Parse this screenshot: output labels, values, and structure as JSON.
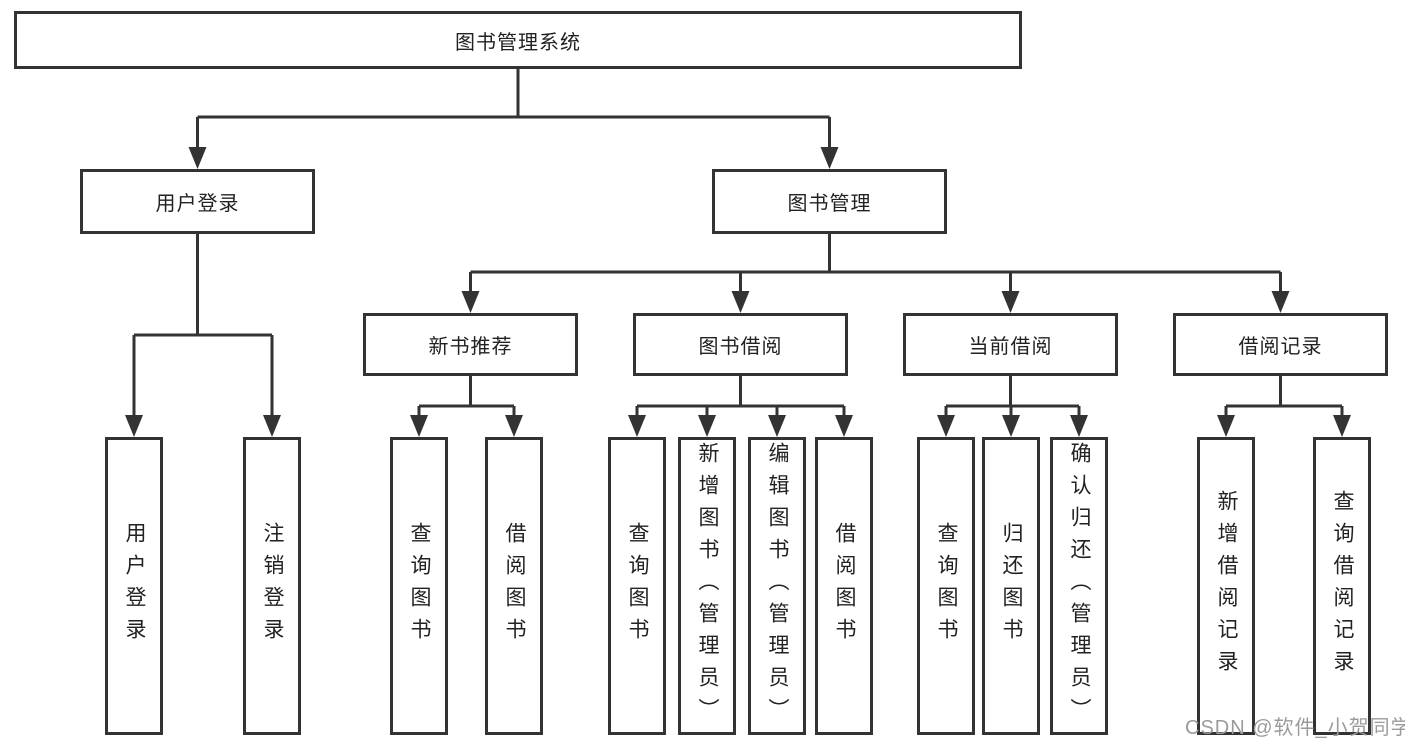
{
  "watermark": "CSDN @软件_小贺同学",
  "colors": {
    "line": "#333333",
    "box_border": "#333333",
    "text": "#222222",
    "background": "#ffffff",
    "watermark": "#9b9b9b"
  },
  "tree": {
    "root": {
      "label": "图书管理系统"
    },
    "level2": [
      {
        "label": "用户登录",
        "children": [
          {
            "label": "用户登录"
          },
          {
            "label": "注销登录"
          }
        ]
      },
      {
        "label": "图书管理",
        "children": [
          {
            "label": "新书推荐",
            "children": [
              {
                "label": "查询图书"
              },
              {
                "label": "借阅图书"
              }
            ]
          },
          {
            "label": "图书借阅",
            "children": [
              {
                "label": "查询图书"
              },
              {
                "label": "新增图书（管理员）"
              },
              {
                "label": "编辑图书（管理员）"
              },
              {
                "label": "借阅图书"
              }
            ]
          },
          {
            "label": "当前借阅",
            "children": [
              {
                "label": "查询图书"
              },
              {
                "label": "归还图书"
              },
              {
                "label": "确认归还（管理员）"
              }
            ]
          },
          {
            "label": "借阅记录",
            "children": [
              {
                "label": "新增借阅记录"
              },
              {
                "label": "查询借阅记录"
              }
            ]
          }
        ]
      }
    ]
  }
}
